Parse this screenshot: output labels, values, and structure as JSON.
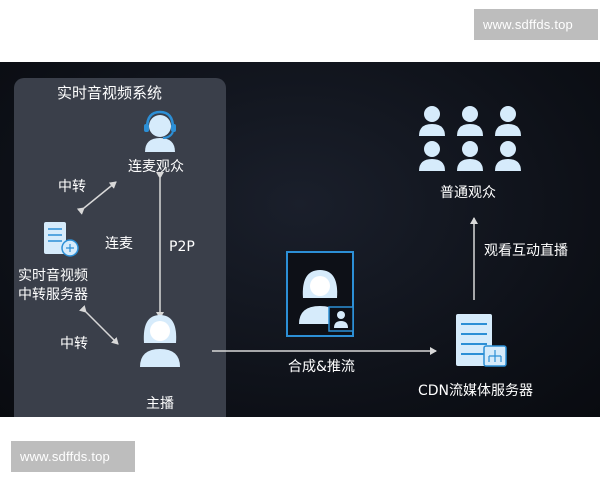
{
  "watermark": {
    "top": "www.sdffds.top",
    "bottom": "www.sdffds.top"
  },
  "panel": {
    "title": "实时音视频系统"
  },
  "nodes": {
    "mic_audience": "连麦观众",
    "relay_server_line1": "实时音视频",
    "relay_server_line2": "中转服务器",
    "host": "主播",
    "general_audience": "普通观众",
    "cdn_server": "CDN流媒体服务器"
  },
  "edges": {
    "relay_top": "中转",
    "relay_bottom": "中转",
    "lianmai": "连麦",
    "p2p": "P2P",
    "compose_push": "合成&推流",
    "watch_interactive": "观看互动直播"
  },
  "colors": {
    "panel_bg": "#3a3f4a",
    "icon_blue": "#d6ebfb",
    "icon_outline": "#2c8fd6",
    "text": "#ffffff"
  }
}
